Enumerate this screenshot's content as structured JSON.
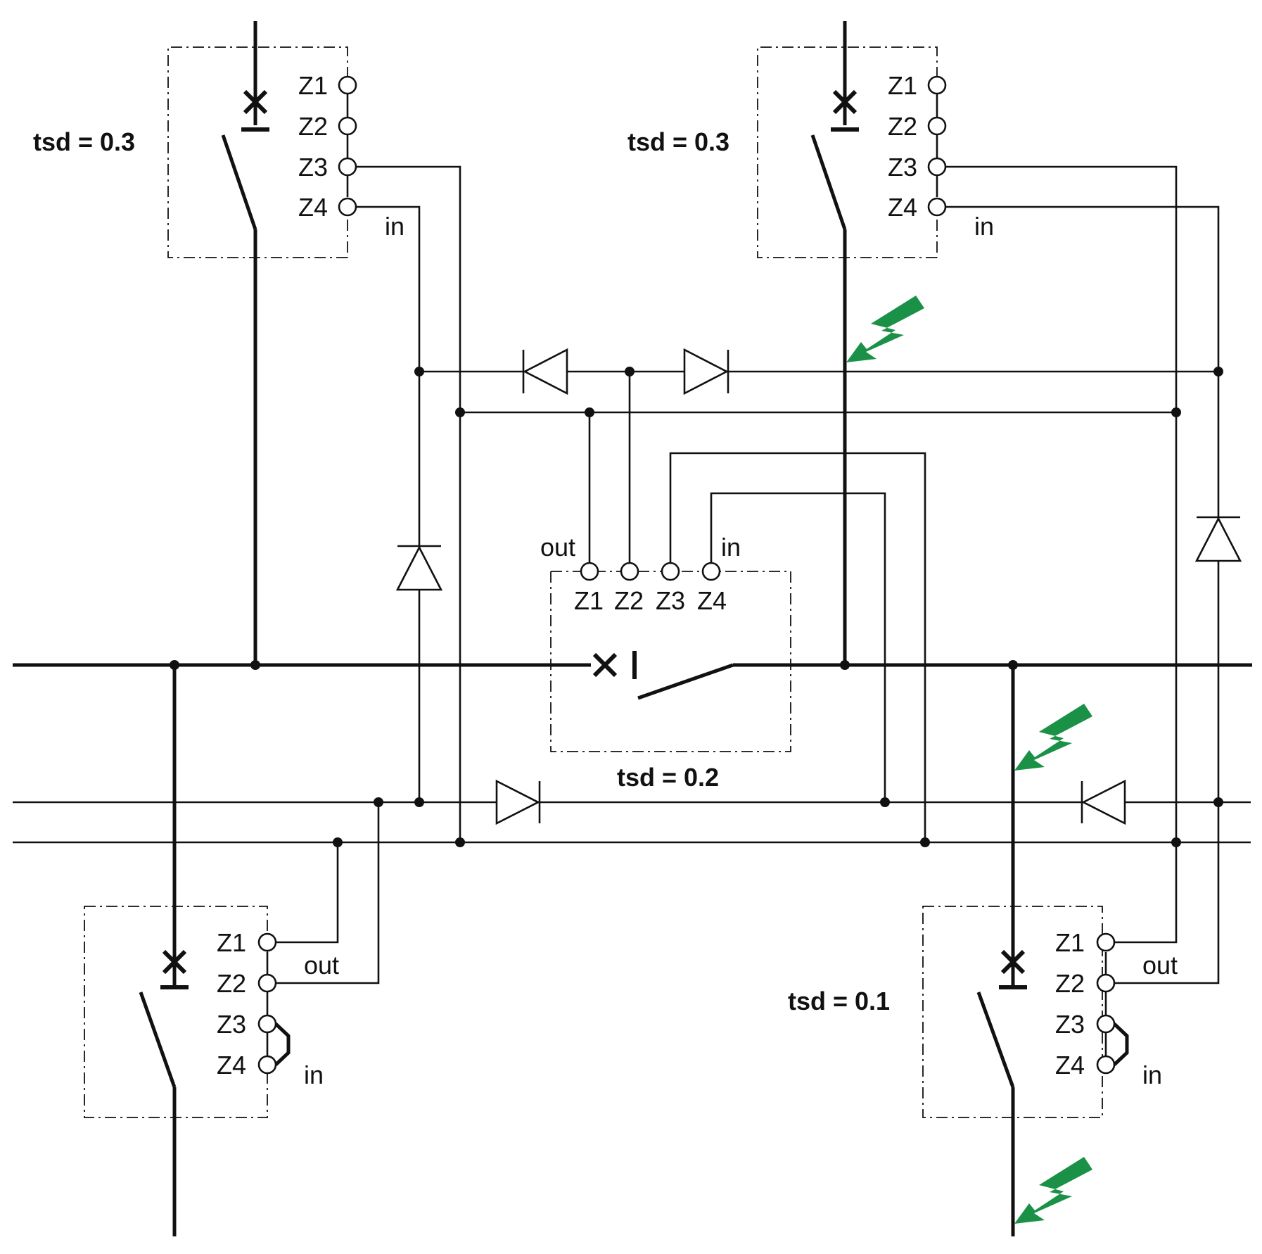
{
  "breakers": {
    "top_left": {
      "tsd": "tsd = 0.3",
      "terminals": [
        "Z1",
        "Z2",
        "Z3",
        "Z4"
      ],
      "in_label": "in"
    },
    "top_right": {
      "tsd": "tsd = 0.3",
      "terminals": [
        "Z1",
        "Z2",
        "Z3",
        "Z4"
      ],
      "in_label": "in"
    },
    "middle": {
      "tsd": "tsd = 0.2",
      "terminals": [
        "Z1",
        "Z2",
        "Z3",
        "Z4"
      ],
      "out_label": "out",
      "in_label": "in"
    },
    "bottom_left": {
      "terminals": [
        "Z1",
        "Z2",
        "Z3",
        "Z4"
      ],
      "out_label": "out",
      "in_label": "in"
    },
    "bottom_right": {
      "tsd": "tsd = 0.1",
      "terminals": [
        "Z1",
        "Z2",
        "Z3",
        "Z4"
      ],
      "out_label": "out",
      "in_label": "in"
    }
  },
  "colors": {
    "line": "#111111",
    "fault_arrow": "#1a9147"
  },
  "icons": {
    "fault": "lightning-bolt-arrow-icon",
    "diode": "diode-icon",
    "breaker": "circuit-breaker-icon"
  }
}
